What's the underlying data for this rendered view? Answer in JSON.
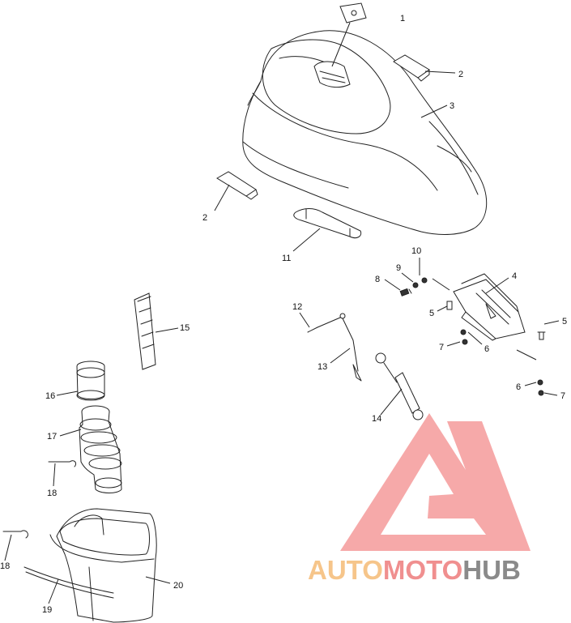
{
  "callouts": [
    {
      "id": "c1",
      "text": "1"
    },
    {
      "id": "c2a",
      "text": "2"
    },
    {
      "id": "c3",
      "text": "3"
    },
    {
      "id": "c2b",
      "text": "2"
    },
    {
      "id": "c11",
      "text": "11"
    },
    {
      "id": "c10",
      "text": "10"
    },
    {
      "id": "c9",
      "text": "9"
    },
    {
      "id": "c8",
      "text": "8"
    },
    {
      "id": "c4",
      "text": "4"
    },
    {
      "id": "c5a",
      "text": "5"
    },
    {
      "id": "c5b",
      "text": "5"
    },
    {
      "id": "c12",
      "text": "12"
    },
    {
      "id": "c7a",
      "text": "7"
    },
    {
      "id": "c6a",
      "text": "6"
    },
    {
      "id": "c13",
      "text": "13"
    },
    {
      "id": "c6b",
      "text": "6"
    },
    {
      "id": "c7b",
      "text": "7"
    },
    {
      "id": "c14",
      "text": "14"
    },
    {
      "id": "c15",
      "text": "15"
    },
    {
      "id": "c16",
      "text": "16"
    },
    {
      "id": "c17",
      "text": "17"
    },
    {
      "id": "c18a",
      "text": "18"
    },
    {
      "id": "c18b",
      "text": "18"
    },
    {
      "id": "c19",
      "text": "19"
    },
    {
      "id": "c20",
      "text": "20"
    }
  ],
  "watermark": {
    "part1": "AUTO",
    "part2": "MOTO",
    "part3": "HUB",
    "colors": {
      "auto": "#f6c58a",
      "moto": "#f08f8f",
      "hub": "#8a8a8a",
      "logo": "#f59a9a"
    }
  }
}
